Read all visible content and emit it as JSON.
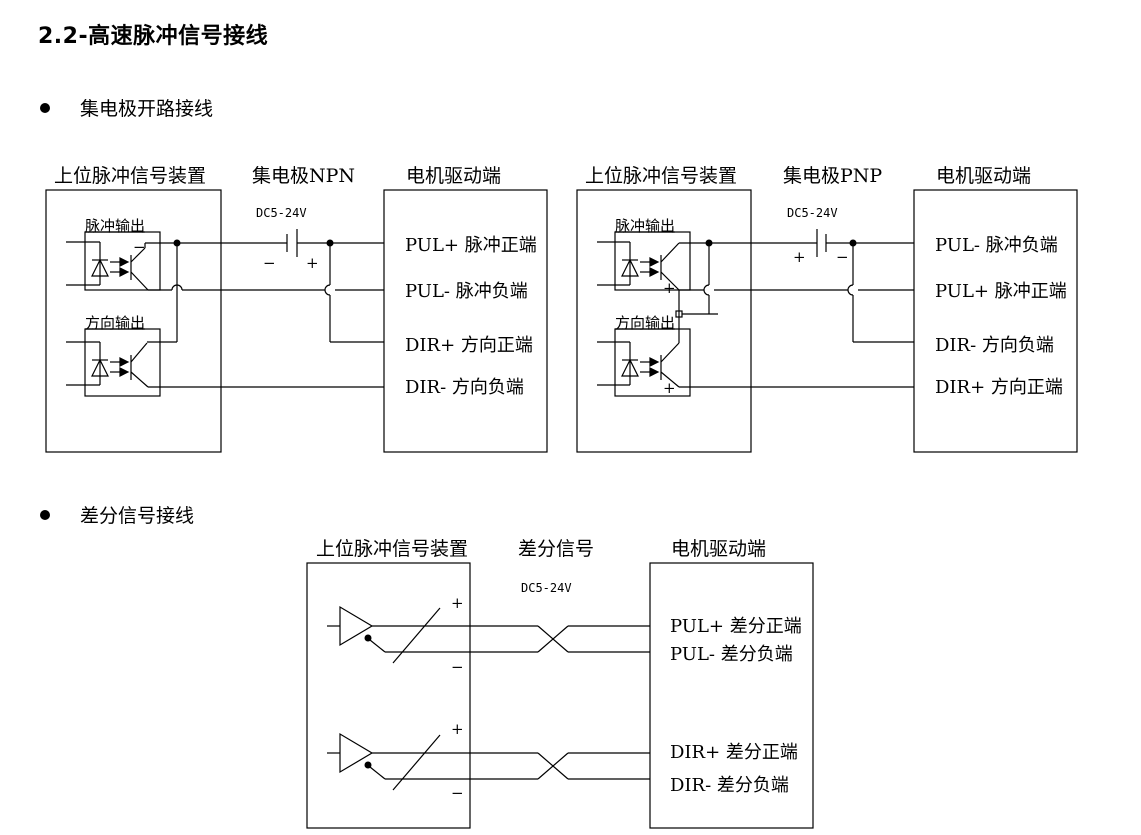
{
  "heading": "2.2-高速脉冲信号接线",
  "sections": {
    "open_collector": "集电极开路接线",
    "differential": "差分信号接线"
  },
  "npn": {
    "host_title": "上位脉冲信号装置",
    "mid_title": "集电极NPN",
    "driver_title": "电机驱动端",
    "supply": "DC5-24V",
    "minus": "−",
    "plus": "+",
    "pulse_out": "脉冲输出",
    "dir_out": "方向输出",
    "pins": [
      "PUL+ 脉冲正端",
      "PUL- 脉冲负端",
      "DIR+ 方向正端",
      "DIR- 方向负端"
    ]
  },
  "pnp": {
    "host_title": "上位脉冲信号装置",
    "mid_title": "集电极PNP",
    "driver_title": "电机驱动端",
    "supply": "DC5-24V",
    "minus": "−",
    "plus": "+",
    "pulse_out": "脉冲输出",
    "dir_out": "方向输出",
    "pins": [
      "PUL- 脉冲负端",
      "PUL+ 脉冲正端",
      "DIR- 方向负端",
      "DIR+ 方向正端"
    ]
  },
  "diff": {
    "host_title": "上位脉冲信号装置",
    "mid_title": "差分信号",
    "driver_title": "电机驱动端",
    "supply": "DC5-24V",
    "plus": "+",
    "minus": "−",
    "pins": [
      "PUL+  差分正端",
      "PUL-  差分负端",
      "DIR+  差分正端",
      "DIR-  差分负端"
    ]
  }
}
